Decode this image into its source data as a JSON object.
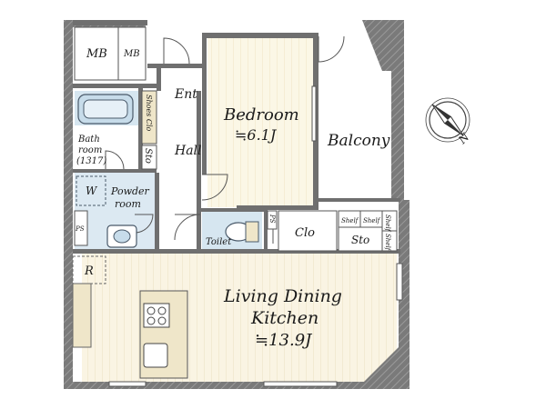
{
  "rooms": {
    "mb_left": "MB",
    "mb_right": "MB",
    "ent": "Ent",
    "shoes_clo": "Shoes Clo",
    "sto_hall": "Sto",
    "hall": "Hall",
    "bath_line1": "Bath",
    "bath_line2": "room",
    "bath_line3": "(1317)",
    "w": "W",
    "powder_line1": "Powder",
    "powder_line2": "room",
    "ps_left": "PS",
    "ps_right": "PS",
    "bedroom": "Bedroom",
    "bedroom_size": "≒6.1J",
    "balcony": "Balcony",
    "toilet": "Toilet",
    "clo": "Clo",
    "sto_kitchen": "Sto",
    "shelf1": "Shelf",
    "shelf2": "Shelf",
    "shelf3": "Shelf",
    "shelf4": "Shelf",
    "r": "R",
    "ldk_line1": "Living Dining",
    "ldk_line2": "Kitchen",
    "ldk_size": "≒13.9J"
  },
  "compass": {
    "north_label": "N"
  },
  "colors": {
    "wall": "#6f6f6f",
    "bedroom_floor": "#fbf7e6",
    "ldk_floor": "#faf4e3",
    "bath_floor": "#d6e6f0",
    "powder_floor": "#dce9f2",
    "toilet_floor": "#d6e6f0",
    "wood": "#efe6c9"
  }
}
